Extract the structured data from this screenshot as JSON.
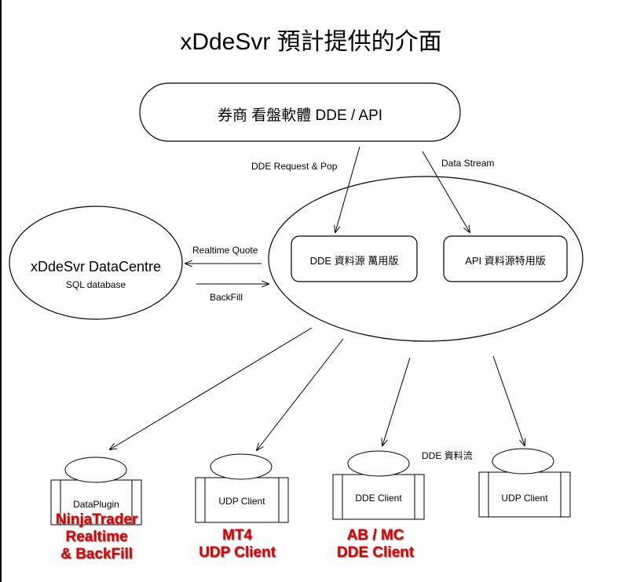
{
  "title": "xDdeSvr 預計提供的介面",
  "broker_box": "券商 看盤軟體 DDE  / API",
  "edges": {
    "dde_request": "DDE Request & Pop",
    "data_stream": "Data Stream",
    "realtime_quote": "Realtime Quote",
    "backfill": "BackFill",
    "dde_flow": "DDE 資料流"
  },
  "datacentre": {
    "name": "xDdeSvr DataCentre",
    "sub": "SQL database"
  },
  "sources": {
    "dde": "DDE 資料源 萬用版",
    "api": "API 資料源特用版"
  },
  "clients": [
    {
      "box": "DataPlugin",
      "labels": [
        "NinjaTrader",
        "Realtime",
        "& BackFill"
      ]
    },
    {
      "box": "UDP Client",
      "labels": [
        "MT4",
        "UDP Client"
      ]
    },
    {
      "box": "DDE Client",
      "labels": [
        "AB / MC",
        "DDE Client"
      ]
    },
    {
      "box": "UDP Client",
      "labels": []
    }
  ],
  "colors": {
    "stroke": "#000000",
    "label_red": "#e00000"
  }
}
